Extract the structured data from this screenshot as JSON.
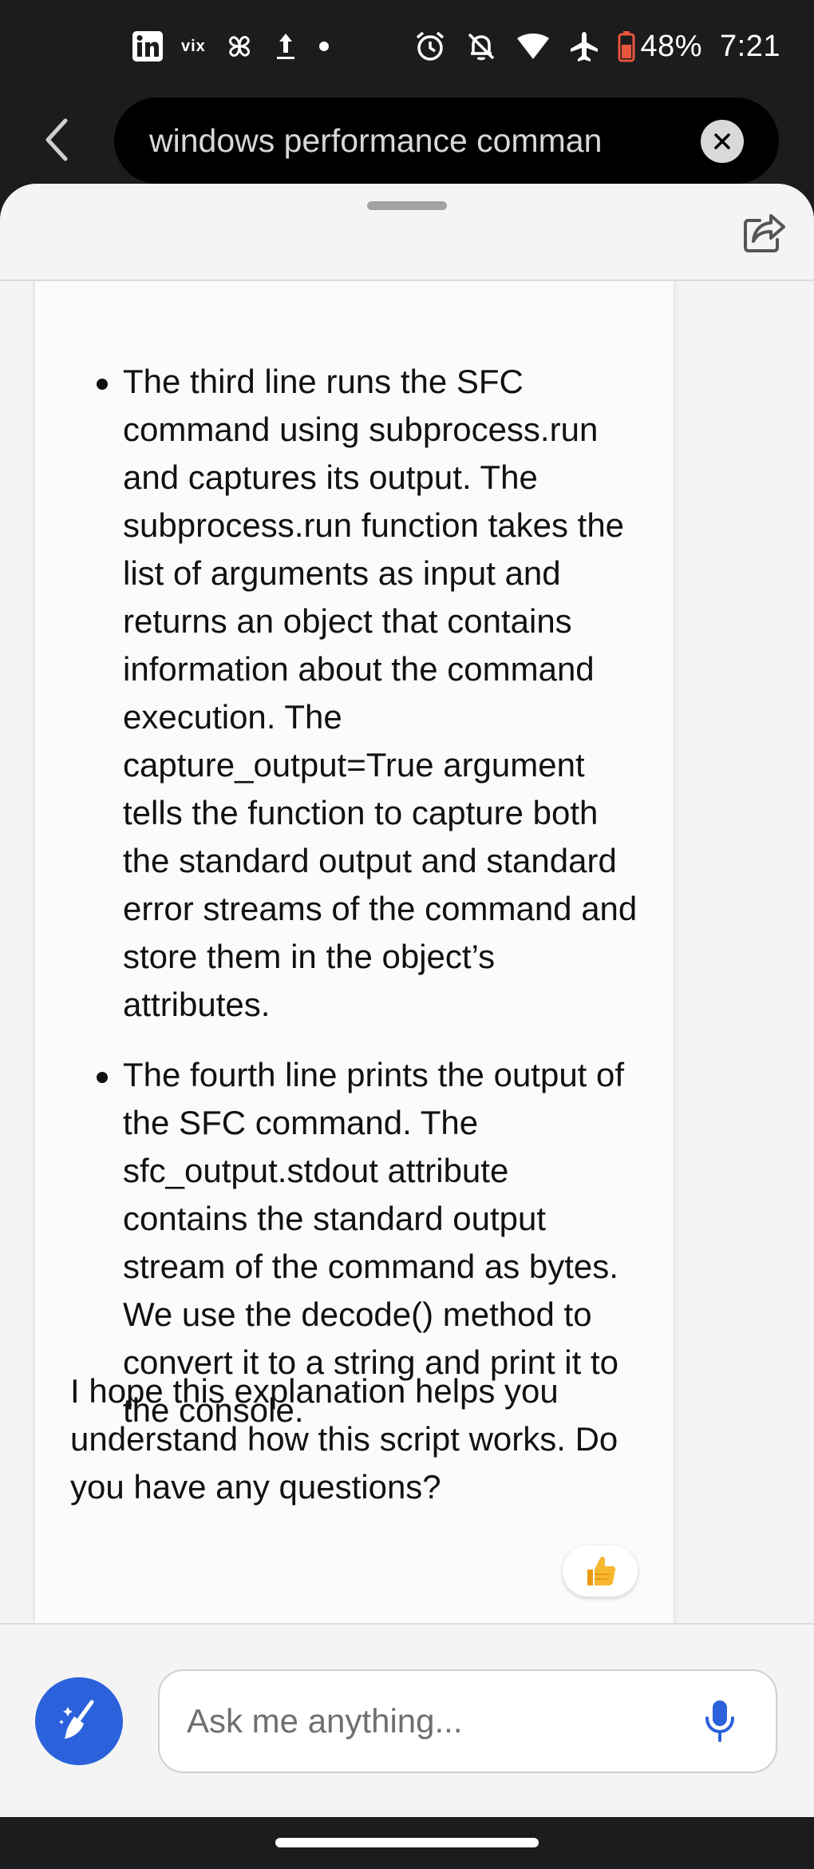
{
  "status_bar": {
    "left_icons": [
      "linkedin-icon",
      "vix-icon",
      "pinwheel-icon",
      "upload-icon",
      "dot-icon"
    ],
    "vix_label": "vix",
    "right_icons": [
      "alarm-icon",
      "mute-bell-icon",
      "wifi-icon",
      "airplane-icon",
      "battery-icon"
    ],
    "battery": "48%",
    "time": "7:21"
  },
  "header": {
    "search_query": "windows performance comman"
  },
  "message": {
    "bullets": [
      "The third line runs the SFC command using subprocess.run and captures its output. The subprocess.run function takes the list of arguments as input and returns an object that contains information about the command execution. The capture_output=True argument tells the function to capture both the standard output and standard error streams of the command and store them in the object’s attributes.",
      "The fourth line prints the output of the SFC command. The sfc_output.stdout attribute contains the standard output stream of the command as bytes. We use the decode() method to convert it to a string and print it to the console."
    ],
    "closing": "I hope this explanation helps you understand how this script works. Do you have any questions?"
  },
  "reaction": {
    "icon": "thumbs-up-icon"
  },
  "input_bar": {
    "placeholder": "Ask me anything...",
    "new_topic_icon": "broom-icon",
    "mic_icon": "mic-icon"
  },
  "colors": {
    "accent": "#2b62db",
    "sheet_background": "#f4f4f4",
    "system_bar": "#1c1c1e",
    "battery_low": "#e8553c"
  }
}
